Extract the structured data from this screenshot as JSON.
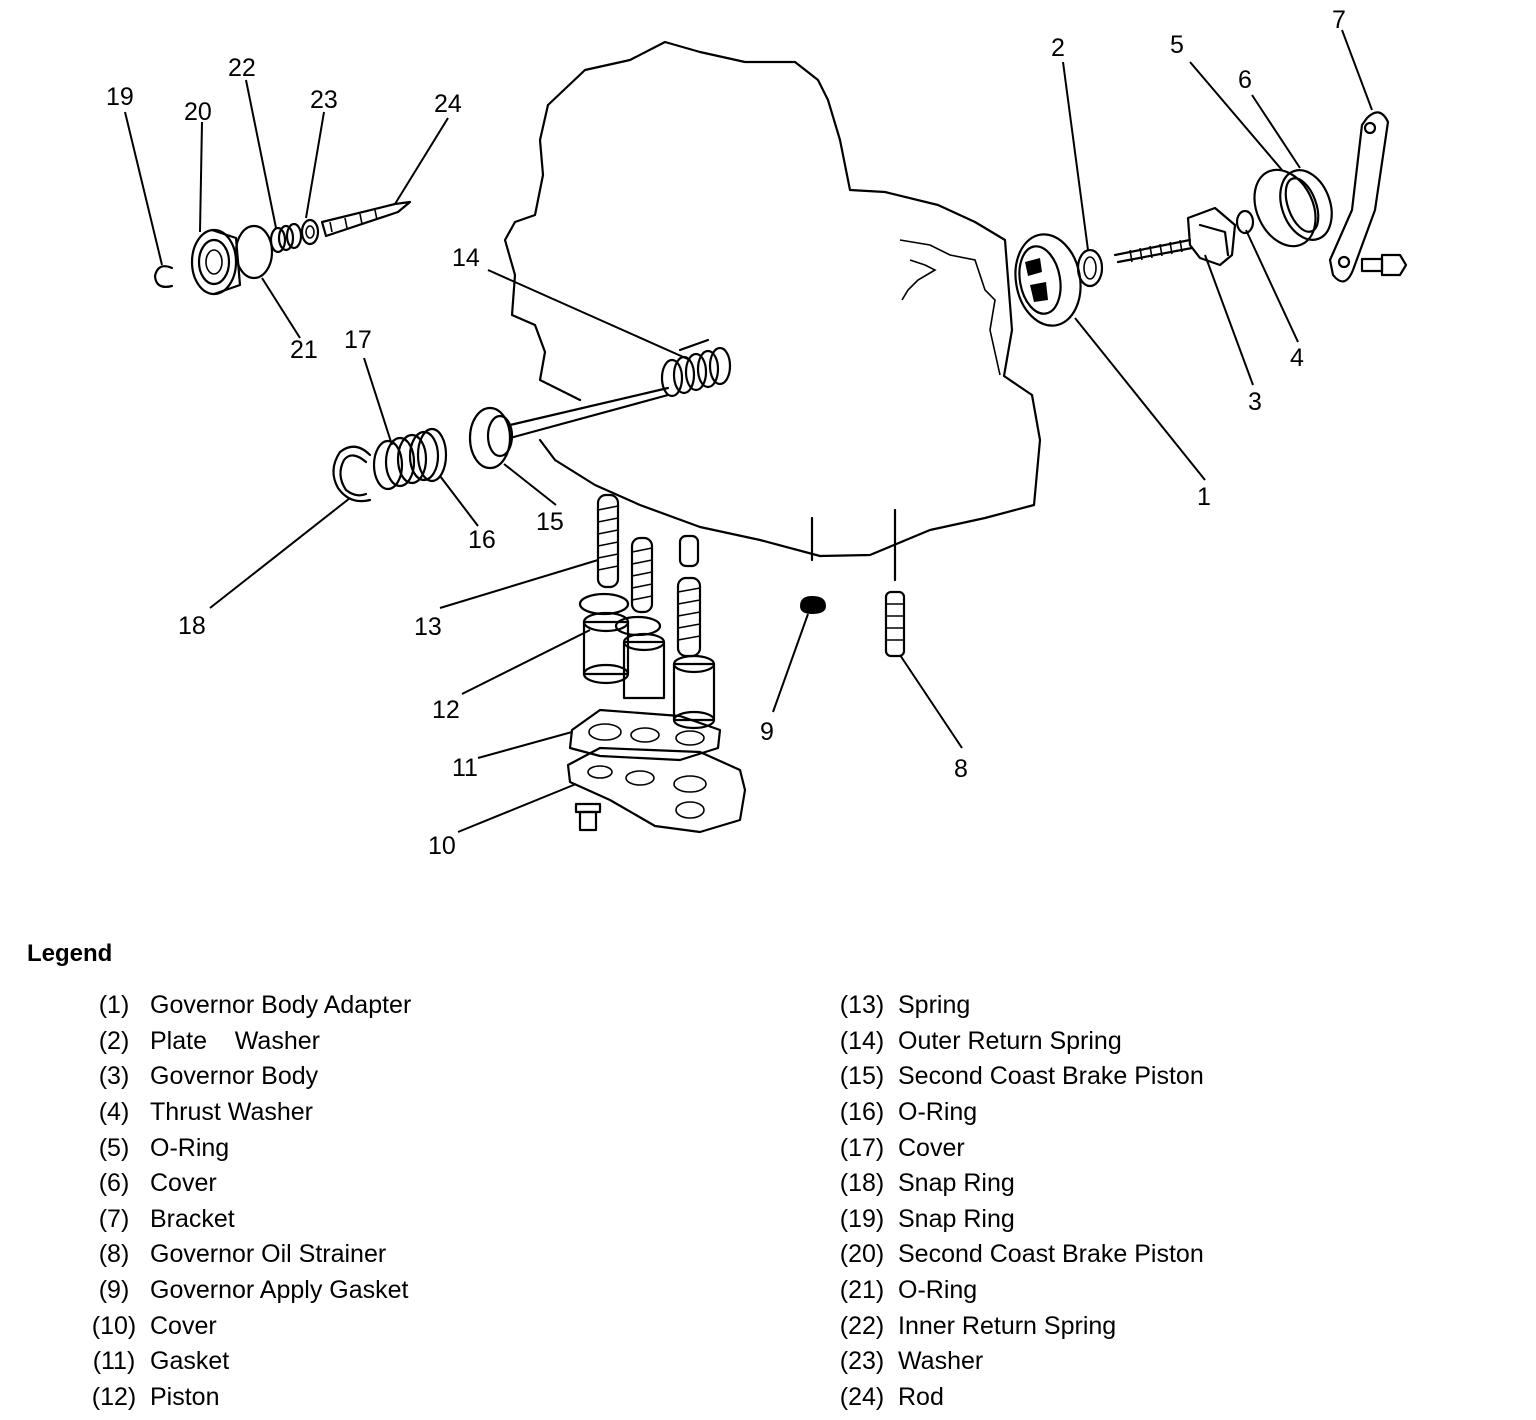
{
  "legend": {
    "title": "Legend",
    "left_items": [
      {
        "number": "(1)",
        "label": "Governor Body Adapter"
      },
      {
        "number": "(2)",
        "label": "Plate    Washer"
      },
      {
        "number": "(3)",
        "label": "Governor Body"
      },
      {
        "number": "(4)",
        "label": "Thrust Washer"
      },
      {
        "number": "(5)",
        "label": "O-Ring"
      },
      {
        "number": "(6)",
        "label": "Cover"
      },
      {
        "number": "(7)",
        "label": "Bracket"
      },
      {
        "number": "(8)",
        "label": "Governor Oil Strainer"
      },
      {
        "number": "(9)",
        "label": "Governor Apply Gasket"
      },
      {
        "number": "(10)",
        "label": "Cover"
      },
      {
        "number": "(11)",
        "label": "Gasket"
      },
      {
        "number": "(12)",
        "label": "Piston"
      }
    ],
    "right_items": [
      {
        "number": "(13)",
        "label": "Spring"
      },
      {
        "number": "(14)",
        "label": "Outer Return Spring"
      },
      {
        "number": "(15)",
        "label": "Second Coast Brake Piston"
      },
      {
        "number": "(16)",
        "label": "O-Ring"
      },
      {
        "number": "(17)",
        "label": "Cover"
      },
      {
        "number": "(18)",
        "label": "Snap Ring"
      },
      {
        "number": "(19)",
        "label": "Snap Ring"
      },
      {
        "number": "(20)",
        "label": "Second Coast Brake Piston"
      },
      {
        "number": "(21)",
        "label": "O-Ring"
      },
      {
        "number": "(22)",
        "label": "Inner Return Spring"
      },
      {
        "number": "(23)",
        "label": "Washer"
      },
      {
        "number": "(24)",
        "label": "Rod"
      }
    ]
  },
  "callouts": {
    "c1": "1",
    "c2": "2",
    "c3": "3",
    "c4": "4",
    "c5": "5",
    "c6": "6",
    "c7": "7",
    "c8": "8",
    "c9": "9",
    "c10": "10",
    "c11": "11",
    "c12": "12",
    "c13": "13",
    "c14": "14",
    "c15": "15",
    "c16": "16",
    "c17": "17",
    "c18": "18",
    "c19": "19",
    "c20": "20",
    "c21": "21",
    "c22": "22",
    "c23": "23",
    "c24": "24"
  }
}
